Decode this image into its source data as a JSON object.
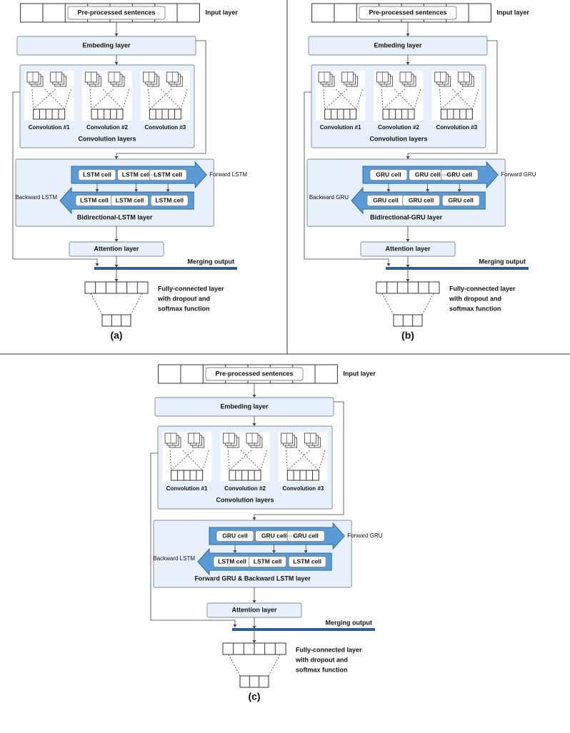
{
  "panels": [
    {
      "key": "a",
      "input_label": "Pre-processed sentences",
      "input_layer": "Input layer",
      "embedding": "Embeding layer",
      "convs": [
        "Convolution #1",
        "Convolution #2",
        "Convolution #3"
      ],
      "conv_title": "Convolution layers",
      "forward_cells": [
        "LSTM cell",
        "LSTM cell",
        "LSTM cell"
      ],
      "forward_label": "Forward LSTM",
      "backward_cells": [
        "LSTM cell",
        "LSTM cell",
        "LSTM cell"
      ],
      "backward_label": "Backward LSTM",
      "rnn_title": "Bidirectional-LSTM layer",
      "attention": "Attention layer",
      "merge": "Merging output",
      "fc_lines": [
        "Fully-connected layer",
        "with dropout and",
        "softmax function"
      ],
      "caption": "(a)"
    },
    {
      "key": "b",
      "input_label": "Pre-processed sentences",
      "input_layer": "Input layer",
      "embedding": "Embeding layer",
      "convs": [
        "Convolution #1",
        "Convolution #2",
        "Convolution #3"
      ],
      "conv_title": "Convolution layers",
      "forward_cells": [
        "GRU cell",
        "GRU cell",
        "GRU cell"
      ],
      "forward_label": "Forward GRU",
      "backward_cells": [
        "GRU cell",
        "GRU cell",
        "GRU cell"
      ],
      "backward_label": "Backward GRU",
      "rnn_title": "Bidirectional-GRU layer",
      "attention": "Attention layer",
      "merge": "Merging output",
      "fc_lines": [
        "Fully-connected layer",
        "with dropout and",
        "softmax function"
      ],
      "caption": "(b)"
    },
    {
      "key": "c",
      "input_label": "Pre-processed sentences",
      "input_layer": "Input layer",
      "embedding": "Embeding layer",
      "convs": [
        "Convolution #1",
        "Convolution #2",
        "Convolution #3"
      ],
      "conv_title": "Convolution layers",
      "forward_cells": [
        "GRU cell",
        "GRU cell",
        "GRU cell"
      ],
      "forward_label": "Forward GRU",
      "backward_cells": [
        "LSTM cell",
        "LSTM cell",
        "LSTM cell"
      ],
      "backward_label": "Backward LSTM",
      "rnn_title": "Forward GRU & Backward LSTM layer",
      "attention": "Attention layer",
      "merge": "Merging output",
      "fc_lines": [
        "Fully-connected layer",
        "with dropout and",
        "softmax function"
      ],
      "caption": "(c)"
    }
  ],
  "colors": {
    "panel_fill": "#e8f1fb",
    "panel_stroke": "#7f8a96",
    "band_fill": "#5b9bd5",
    "band_stroke": "#2f6aa3",
    "merge_bar": "#2e5f8f",
    "line": "#444444"
  }
}
